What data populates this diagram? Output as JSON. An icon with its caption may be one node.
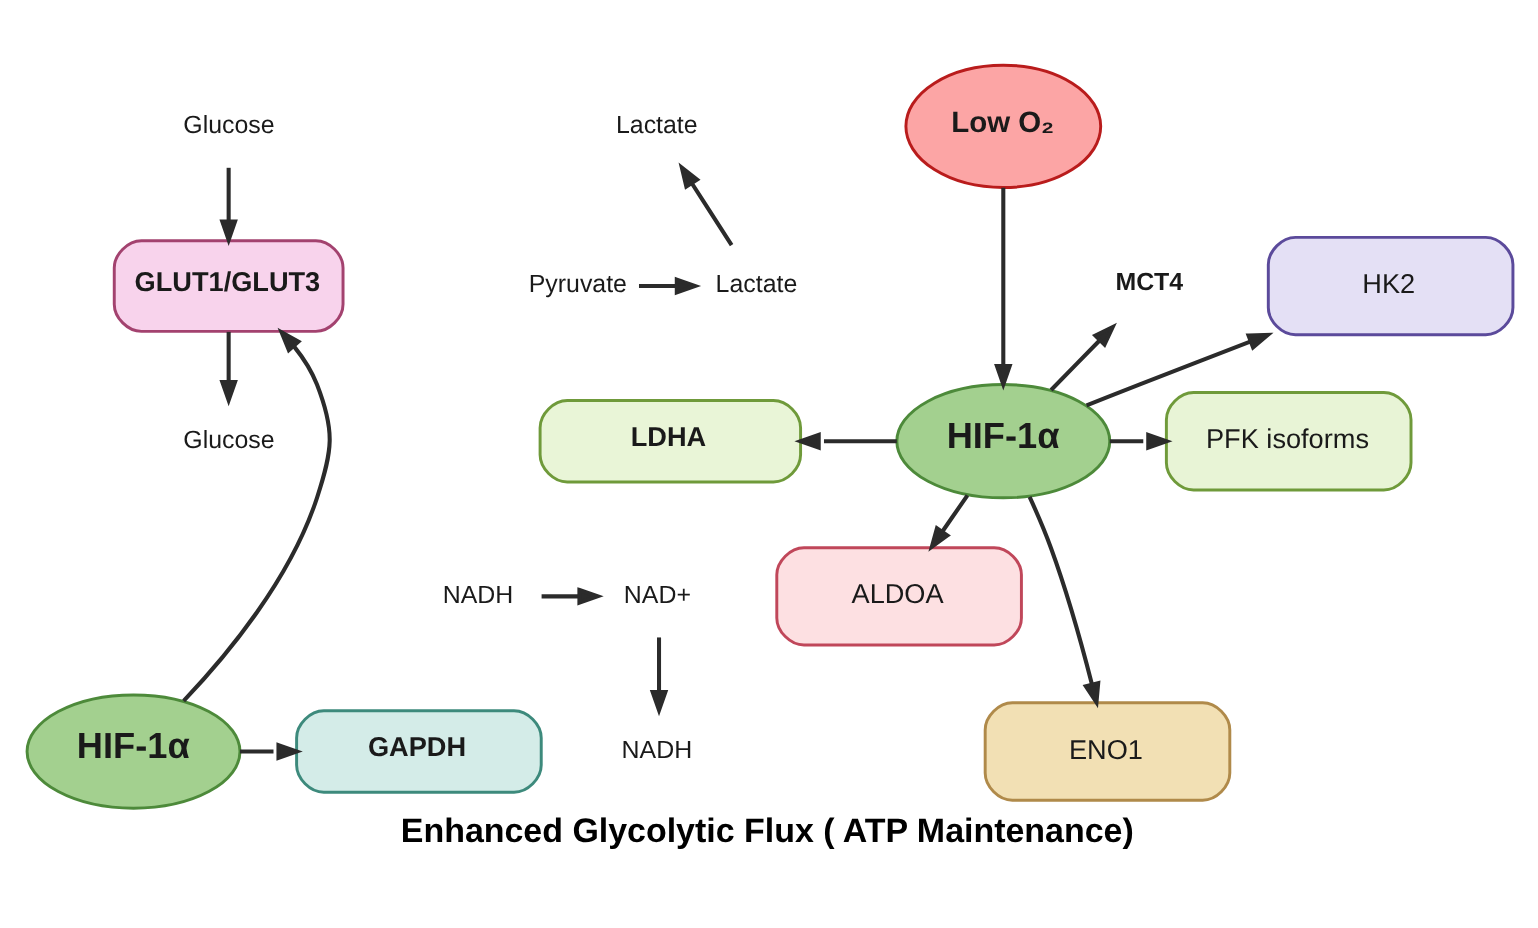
{
  "diagram": {
    "caption": "Enhanced Glycolytic Flux ( ATP Maintenance)",
    "nodes": [
      {
        "text": [
          "Glucose"
        ]
      },
      {
        "text": [
          "Lactate"
        ]
      },
      {
        "text": [
          "Low O₂"
        ]
      },
      {
        "text": [
          "GLUT1/GLUT3"
        ]
      },
      {
        "text": [
          "Pyruvate"
        ]
      },
      {
        "text": [
          "Lactate"
        ]
      },
      {
        "text": [
          "MCT4"
        ]
      },
      {
        "text": [
          "LDHA"
        ]
      },
      {
        "text": [
          "NADH"
        ]
      },
      {
        "text": [
          "NAD+"
        ]
      },
      {
        "text": [
          "HIF-1α"
        ]
      },
      {
        "text": [
          "HK2"
        ]
      },
      {
        "text": [
          "PFK isoforms"
        ]
      },
      {
        "text": [
          "Glucose"
        ]
      },
      {
        "text": [
          "ALDOA"
        ]
      },
      {
        "text": [
          "HIF-1α"
        ]
      },
      {
        "text": [
          "GAPDH"
        ]
      },
      {
        "text": [
          "ENO1"
        ]
      },
      {
        "text": [
          "NADH"
        ]
      }
    ],
    "edges": [
      {
        "from": 0,
        "to": 3,
        "arrow": "to"
      },
      {
        "from": 3,
        "to": 13,
        "arrow": "to"
      },
      {
        "from": 5,
        "to": 1,
        "arrow": "to"
      },
      {
        "from": 4,
        "to": 5,
        "arrow": "to"
      },
      {
        "from": 8,
        "to": 9,
        "arrow": "to"
      },
      {
        "from": 9,
        "to": 18,
        "arrow": "to"
      },
      {
        "from": 2,
        "to": 10,
        "arrow": "to"
      },
      {
        "from": 10,
        "to": 6,
        "arrow": "to"
      },
      {
        "from": 10,
        "to": 7,
        "arrow": "to"
      },
      {
        "from": 10,
        "to": 11,
        "arrow": "to"
      },
      {
        "from": 10,
        "to": 12,
        "arrow": "to"
      },
      {
        "from": 10,
        "to": 14,
        "arrow": "to"
      },
      {
        "from": 10,
        "to": 17,
        "arrow": "to"
      },
      {
        "from": 15,
        "to": 3,
        "arrow": "to"
      },
      {
        "from": 15,
        "to": 16,
        "arrow": "to"
      }
    ]
  }
}
